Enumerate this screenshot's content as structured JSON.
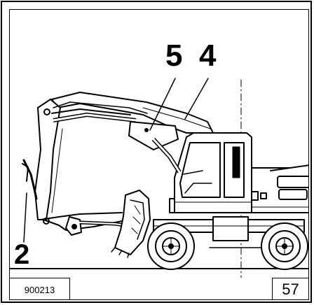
{
  "callouts": {
    "label_5": "5",
    "label_4": "4",
    "label_2": "2"
  },
  "footer": {
    "figure_code": "900213",
    "page_number": "57"
  },
  "colors": {
    "ink": "#000000",
    "paper": "#ffffff"
  },
  "illustration": {
    "subject": "wheeled-excavator-line-drawing"
  }
}
